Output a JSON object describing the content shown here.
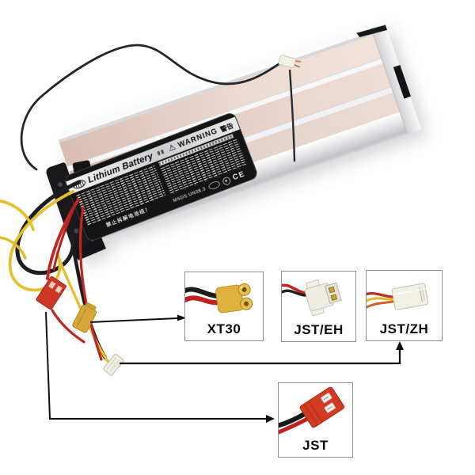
{
  "scene": {
    "subject": "lithium battery pack with wire loom and connector type callouts"
  },
  "battery_label": {
    "title": "Lithium Battery",
    "warning": "WARNING",
    "warning_cn": "警告",
    "warning_icon": "warning-triangle",
    "bottom_notice_cn": "禁止拆解电池组！",
    "model_cert": "MSDS UN38.3",
    "ce_mark": "CE"
  },
  "callouts": {
    "xt30": {
      "label": "XT30"
    },
    "jst_eh": {
      "label": "JST/EH"
    },
    "jst_zh": {
      "label": "JST/ZH"
    },
    "jst": {
      "label": "JST"
    }
  },
  "colors": {
    "xt30_yellow": "#dfb13e",
    "jst_red": "#d23b22",
    "wire_red": "#c32523",
    "wire_yellow": "#e4c02f",
    "wire_black": "#1d1d20",
    "leader_line_black": "#101010",
    "battery_panel_pink": "#e5cdc3",
    "label_black": "#141414"
  }
}
